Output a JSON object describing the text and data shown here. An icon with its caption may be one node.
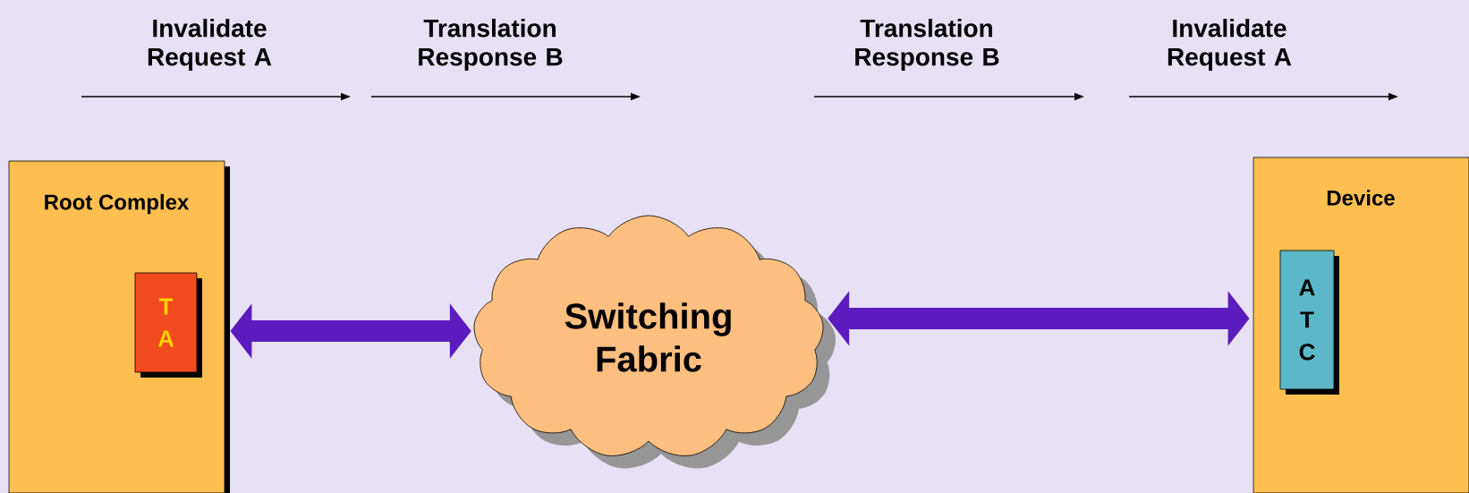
{
  "diagram": {
    "nodes": [
      {
        "text": [
          "Root Complex"
        ]
      },
      {
        "text": [
          "T A"
        ],
        "in": 0
      },
      {
        "text": [
          "Switching Fabric"
        ]
      },
      {
        "text": [
          "Device"
        ]
      },
      {
        "text": [
          "A T C"
        ],
        "in": 3
      }
    ],
    "edges": [
      {
        "from": 0,
        "to": 2,
        "arrow": "both"
      },
      {
        "from": 2,
        "to": 3,
        "arrow": "both"
      }
    ],
    "labels": [
      "Invalidate Request A",
      "Translation Response B",
      "Translation Response B",
      "Invalidate Request A"
    ]
  }
}
